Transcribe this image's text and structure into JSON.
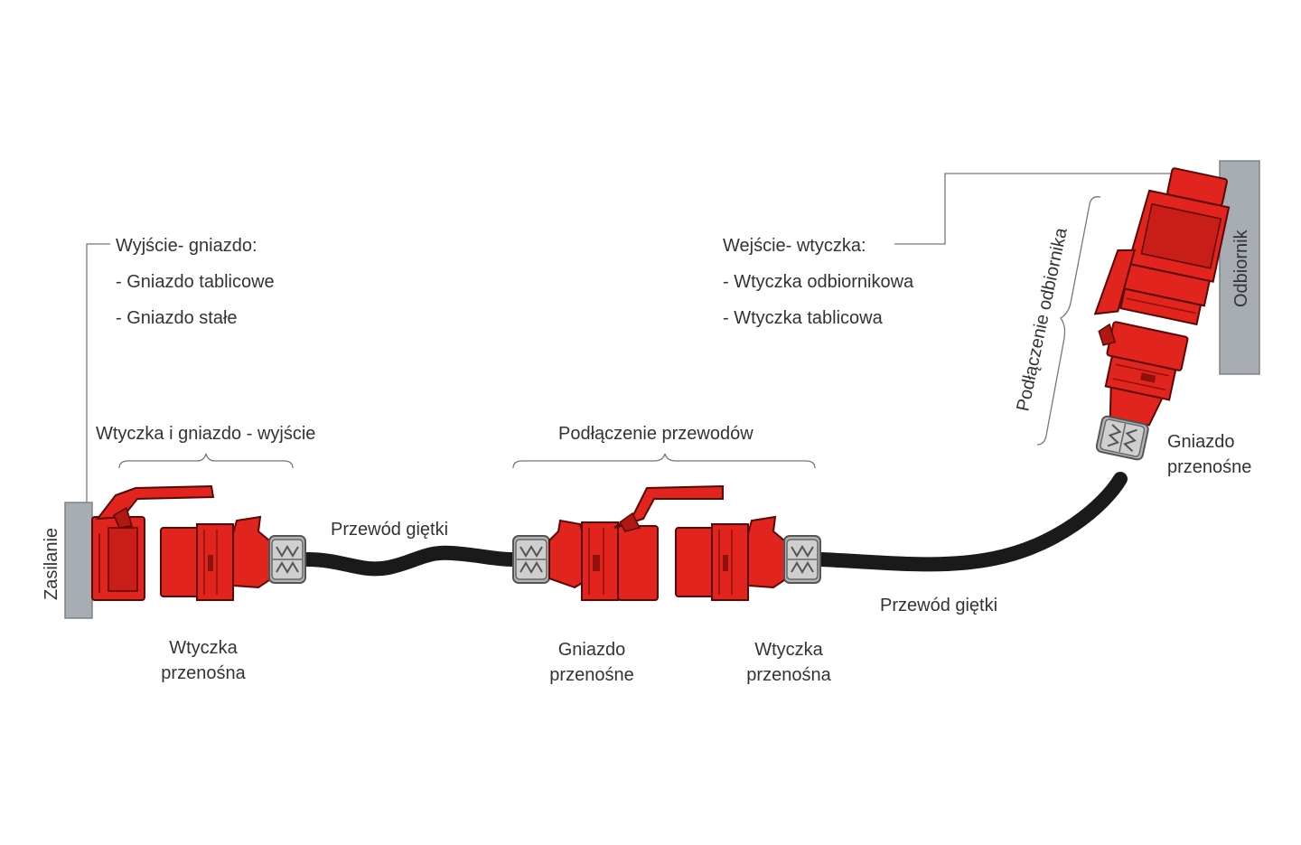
{
  "colors": {
    "connector_red": "#e1241e",
    "connector_dark_red": "#b11713",
    "cable_black": "#1a1a1a",
    "gland_grey": "#b4b4b4",
    "wall_grey": "#a7adb2",
    "leader_line": "#777777",
    "text": "#333333"
  },
  "labels": {
    "supply": "Zasilanie",
    "receiver": "Odbiornik",
    "output_heading": "Wyjście- gniazdo:",
    "output_item_1": "- Gniazdo tablicowe",
    "output_item_2": "- Gniazdo stałe",
    "input_heading": "Wejście- wtyczka:",
    "input_item_1": "- Wtyczka odbiornikowa",
    "input_item_2": "- Wtyczka tablicowa",
    "plug_socket_output": "Wtyczka i gniazdo - wyjście",
    "wire_connection": "Podłączenie przewodów",
    "receiver_connection": "Podłączenie odbiornika",
    "flex_cable_1": "Przewód giętki",
    "flex_cable_2": "Przewód giętki",
    "portable_plug_1_line1": "Wtyczka",
    "portable_plug_1_line2": "przenośna",
    "portable_socket_1_line1": "Gniazdo",
    "portable_socket_1_line2": "przenośne",
    "portable_plug_2_line1": "Wtyczka",
    "portable_plug_2_line2": "przenośna",
    "portable_socket_2_line1": "Gniazdo",
    "portable_socket_2_line2": "przenośne"
  }
}
